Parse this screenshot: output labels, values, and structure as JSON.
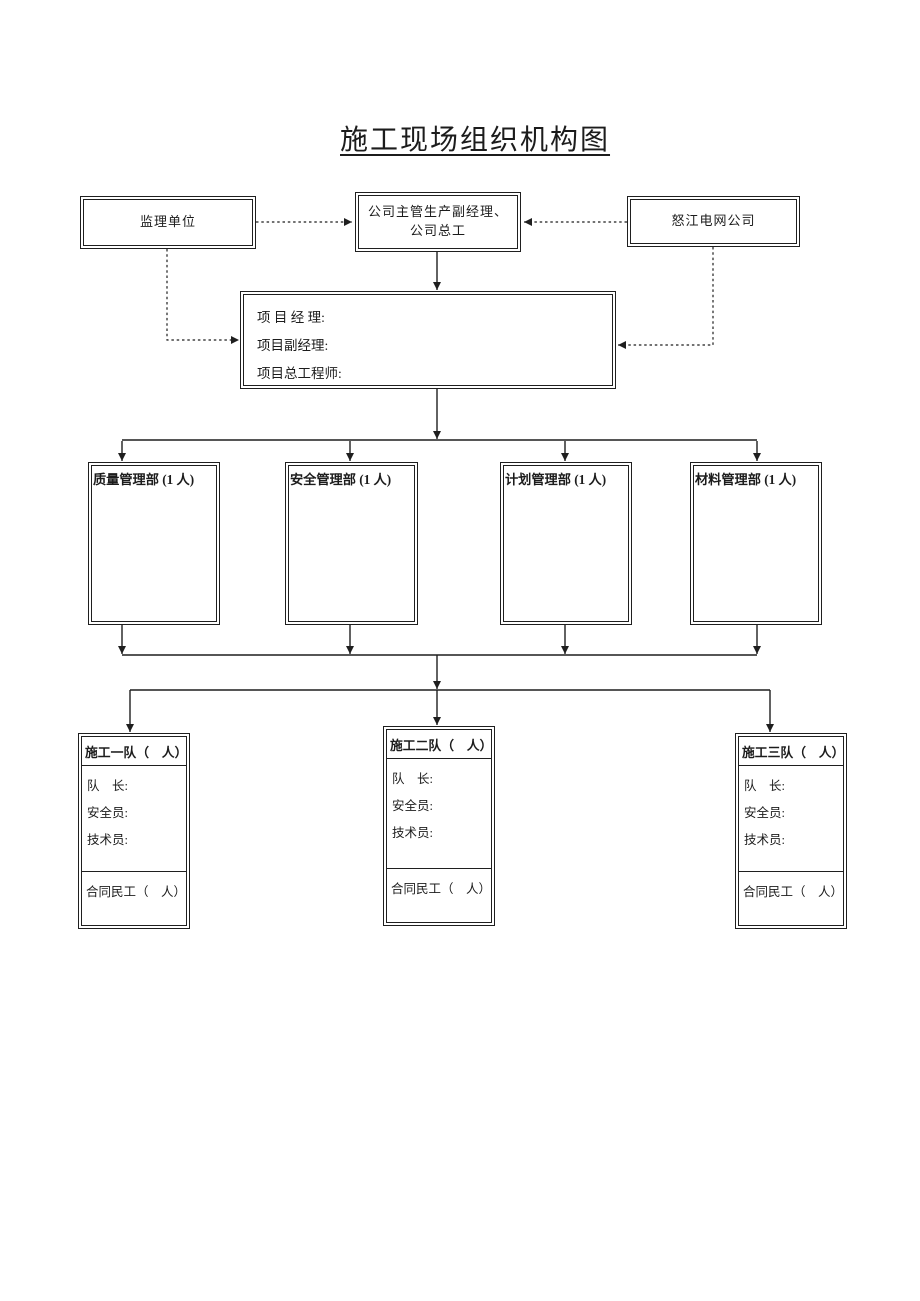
{
  "title": "施工现场组织机构图",
  "nodes": {
    "supervision": {
      "label": "监理单位"
    },
    "company": {
      "lines": [
        "公司主管生产副经理、",
        "公司总工"
      ]
    },
    "grid": {
      "label": "怒江电网公司"
    },
    "project": {
      "lines": [
        "项 目 经 理:",
        "项目副经理:",
        "项目总工程师:"
      ]
    }
  },
  "departments": [
    {
      "label": "质量管理部 (1 人)"
    },
    {
      "label": "安全管理部 (1 人)"
    },
    {
      "label": "计划管理部 (1 人)"
    },
    {
      "label": "材料管理部 (1 人)"
    }
  ],
  "teams": [
    {
      "title": "施工一队（　人）",
      "rows": [
        "队　长:",
        "安全员:",
        "技术员:"
      ],
      "footer": "合同民工（　人）"
    },
    {
      "title": "施工二队（　人）",
      "rows": [
        "队　长:",
        "安全员:",
        "技术员:"
      ],
      "footer": "合同民工（　人）"
    },
    {
      "title": "施工三队（　人）",
      "rows": [
        "队　长:",
        "安全员:",
        "技术员:"
      ],
      "footer": "合同民工（　人）"
    }
  ]
}
